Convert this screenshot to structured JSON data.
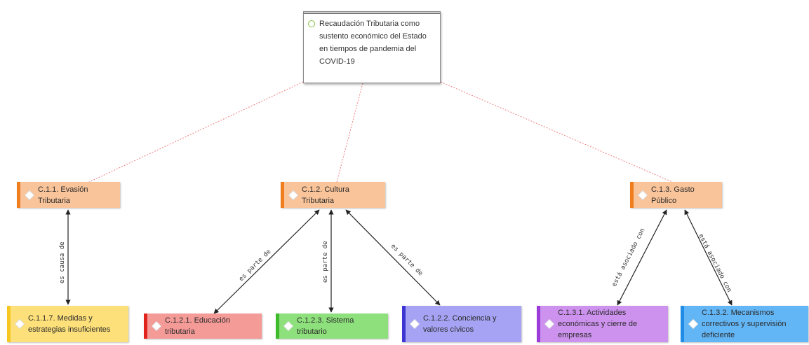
{
  "root": {
    "label": "Recaudación Tributaria como sustento económico del Estado en tiempos de pandemia del COVID-19",
    "icon": "circle-icon"
  },
  "level1": [
    {
      "id": "c11",
      "label": "C.1.1. Evasión Tributaria",
      "color": "#f9c49a",
      "accent": "#f07e1f"
    },
    {
      "id": "c12",
      "label": "C.1.2. Cultura Tributaria",
      "color": "#f9c49a",
      "accent": "#f07e1f"
    },
    {
      "id": "c13",
      "label": "C.1.3. Gasto Público",
      "color": "#f9c49a",
      "accent": "#f07e1f"
    }
  ],
  "level2": [
    {
      "id": "c117",
      "label": "C.1.1.7. Medidas y estrategias insuficientes",
      "color": "#fde07a",
      "accent": "#f6c623"
    },
    {
      "id": "c121",
      "label": "C.1.2.1. Educación tributaria",
      "color": "#f49a97",
      "accent": "#e0231d"
    },
    {
      "id": "c123",
      "label": "C.1.2.3. Sistema tributario",
      "color": "#8ee07c",
      "accent": "#3dbb2a"
    },
    {
      "id": "c122",
      "label": "C.1.2.2. Conciencia y valores cívicos",
      "color": "#a6a3f4",
      "accent": "#3e36d1"
    },
    {
      "id": "c131",
      "label": "C.1.3.1. Actividades económicas y cierre de empresas",
      "color": "#cd92ee",
      "accent": "#9b3bd8"
    },
    {
      "id": "c132",
      "label": "C.1.3.2. Mecanismos correctivos y supervisión deficiente",
      "color": "#63b6f6",
      "accent": "#1f8de6"
    }
  ],
  "edges": [
    {
      "label": "es causa de"
    },
    {
      "label": "es parte de"
    },
    {
      "label": "es parte de"
    },
    {
      "label": "es parte de"
    },
    {
      "label": "está asociado con"
    },
    {
      "label": "está asociado con"
    }
  ],
  "colors": {
    "dashed_link": "#f08080",
    "arrow": "#222222"
  },
  "icons": {
    "node": "diamond-icon"
  }
}
